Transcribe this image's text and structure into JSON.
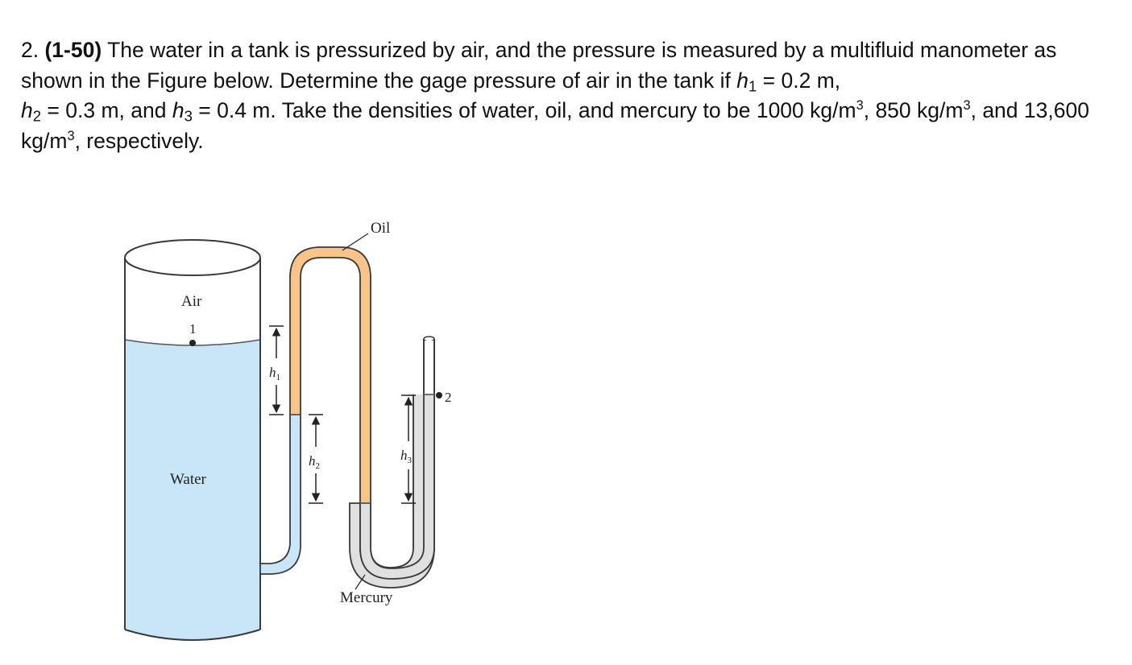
{
  "problem": {
    "number": "2.",
    "ref": "(1-50)",
    "text_1": " The water in a tank is pressurized by air, and the pressure is measured by a multifluid manometer as shown in the Figure below. Determine the gage pressure of air in the tank if ",
    "h1_var": "h",
    "h1_sub": "1",
    "h1_val": " = 0.2 m,",
    "h2_var": "h",
    "h2_sub": "2",
    "h2_val": " = 0.3 m, and ",
    "h3_var": "h",
    "h3_sub": "3",
    "h3_val": " = 0.4 m. Take the densities of water, oil, and mercury to be 1000 kg/m",
    "sup1": "3",
    "text_2": ", 850 kg/m",
    "sup2": "3",
    "text_3": ", and 13,600 kg/m",
    "sup3": "3",
    "text_4": ", respectively."
  },
  "figure": {
    "label_oil": "Oil",
    "label_air": "Air",
    "label_point1": "1",
    "label_water": "Water",
    "label_mercury": "Mercury",
    "label_point2": "2",
    "label_h1_var": "h",
    "label_h1_sub": "1",
    "label_h2_var": "h",
    "label_h2_sub": "2",
    "label_h3_var": "h",
    "label_h3_sub": "3",
    "colors": {
      "water": "#c8e6f7",
      "oil": "#f8c48a",
      "mercury": "#e0e0e0",
      "outline": "#3a3a3a"
    }
  }
}
